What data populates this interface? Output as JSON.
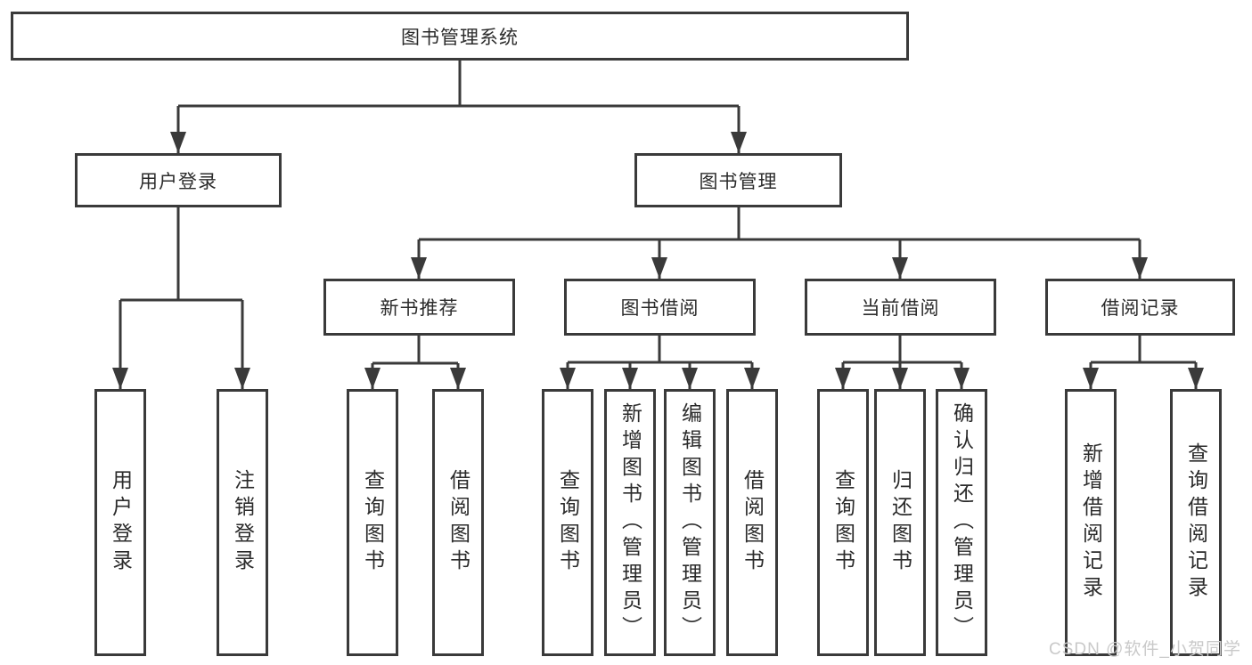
{
  "diagram": {
    "tree": {
      "label": "图书管理系统",
      "children": [
        {
          "label": "用户登录",
          "children": [
            {
              "label": "用户登录"
            },
            {
              "label": "注销登录"
            }
          ]
        },
        {
          "label": "图书管理",
          "children": [
            {
              "label": "新书推荐",
              "children": [
                {
                  "label": "查询图书"
                },
                {
                  "label": "借阅图书"
                }
              ]
            },
            {
              "label": "图书借阅",
              "children": [
                {
                  "label": "查询图书"
                },
                {
                  "label": "新增图书（管理员）"
                },
                {
                  "label": "编辑图书（管理员）"
                },
                {
                  "label": "借阅图书"
                }
              ]
            },
            {
              "label": "当前借阅",
              "children": [
                {
                  "label": "查询图书"
                },
                {
                  "label": "归还图书"
                },
                {
                  "label": "确认归还（管理员）"
                }
              ]
            },
            {
              "label": "借阅记录",
              "children": [
                {
                  "label": "新增借阅记录"
                },
                {
                  "label": "查询借阅记录"
                }
              ]
            }
          ]
        }
      ]
    }
  },
  "watermark": {
    "text": "CSDN @软件_小贺同学"
  },
  "colors": {
    "line": "#3a3a3a",
    "text": "#2b2b2b",
    "watermark": "#c9c9c9",
    "background": "#ffffff"
  }
}
